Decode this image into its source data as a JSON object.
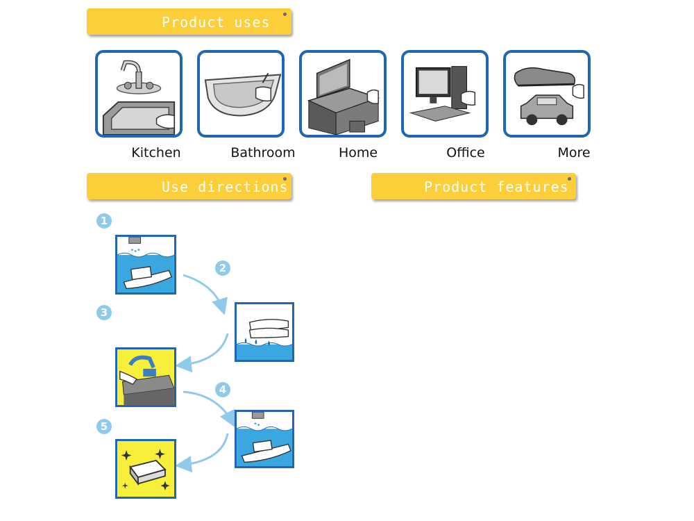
{
  "sections": {
    "product_uses": "Product uses",
    "use_directions": "Use directions",
    "product_features": "Product features"
  },
  "uses": [
    {
      "label": "Kitchen",
      "icon": "kitchen-sink-icon"
    },
    {
      "label": "Bathroom",
      "icon": "bathtub-icon"
    },
    {
      "label": "Home",
      "icon": "desk-icon"
    },
    {
      "label": "Office",
      "icon": "computer-icon"
    },
    {
      "label": "More",
      "icon": "shoe-car-icon"
    }
  ],
  "steps": [
    "1",
    "2",
    "3",
    "4",
    "5"
  ],
  "colors": {
    "banner": "#fccf3a",
    "tile_border": "#1f66b3",
    "water": "#3aa7e0",
    "step_badge": "#8fc9ec",
    "highlight_panel": "#f8ef3a"
  }
}
